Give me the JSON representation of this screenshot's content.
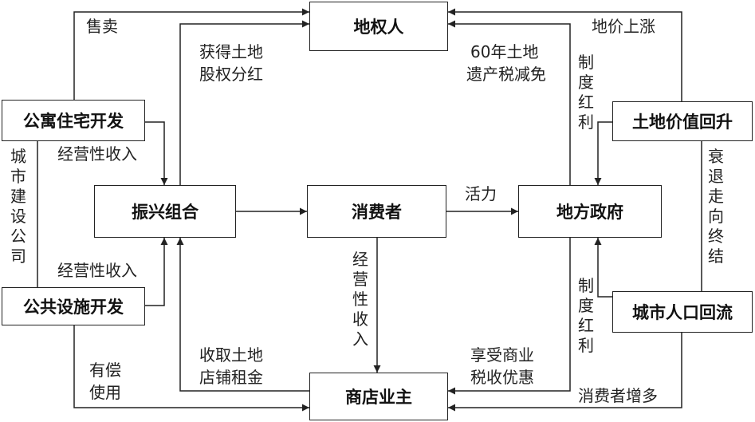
{
  "nodes": {
    "landowner": "地权人",
    "apartment_dev": "公寓住宅开发",
    "land_value_rebound": "土地价值回升",
    "revitalization": "振兴组合",
    "consumer": "消费者",
    "local_gov": "地方政府",
    "public_facility_dev": "公共设施开发",
    "urban_pop_return": "城市人口回流",
    "shop_owner": "商店业主"
  },
  "edge_labels": {
    "sell": "售卖",
    "land_price_rise": "地价上涨",
    "land_equity_dividend_1": "获得土地",
    "land_equity_dividend_2": "股权分红",
    "inheritance_tax_1": "60年土地",
    "inheritance_tax_2": "遗产税减免",
    "institutional_dividend_top": "制度红利",
    "operating_income_top": "经营性收入",
    "urban_construction_co": "城市建设公司",
    "decline_ends": "衰退走向终结",
    "vitality": "活力",
    "operating_income_bottom": "经营性收入",
    "consumer_operating_income": "经营性收入",
    "institutional_dividend_bottom": "制度红利",
    "paid_use_1": "有偿",
    "paid_use_2": "使用",
    "collect_rent_1": "收取土地",
    "collect_rent_2": "店铺租金",
    "tax_benefit_1": "享受商业",
    "tax_benefit_2": "税收优惠",
    "more_consumers": "消费者增多"
  }
}
